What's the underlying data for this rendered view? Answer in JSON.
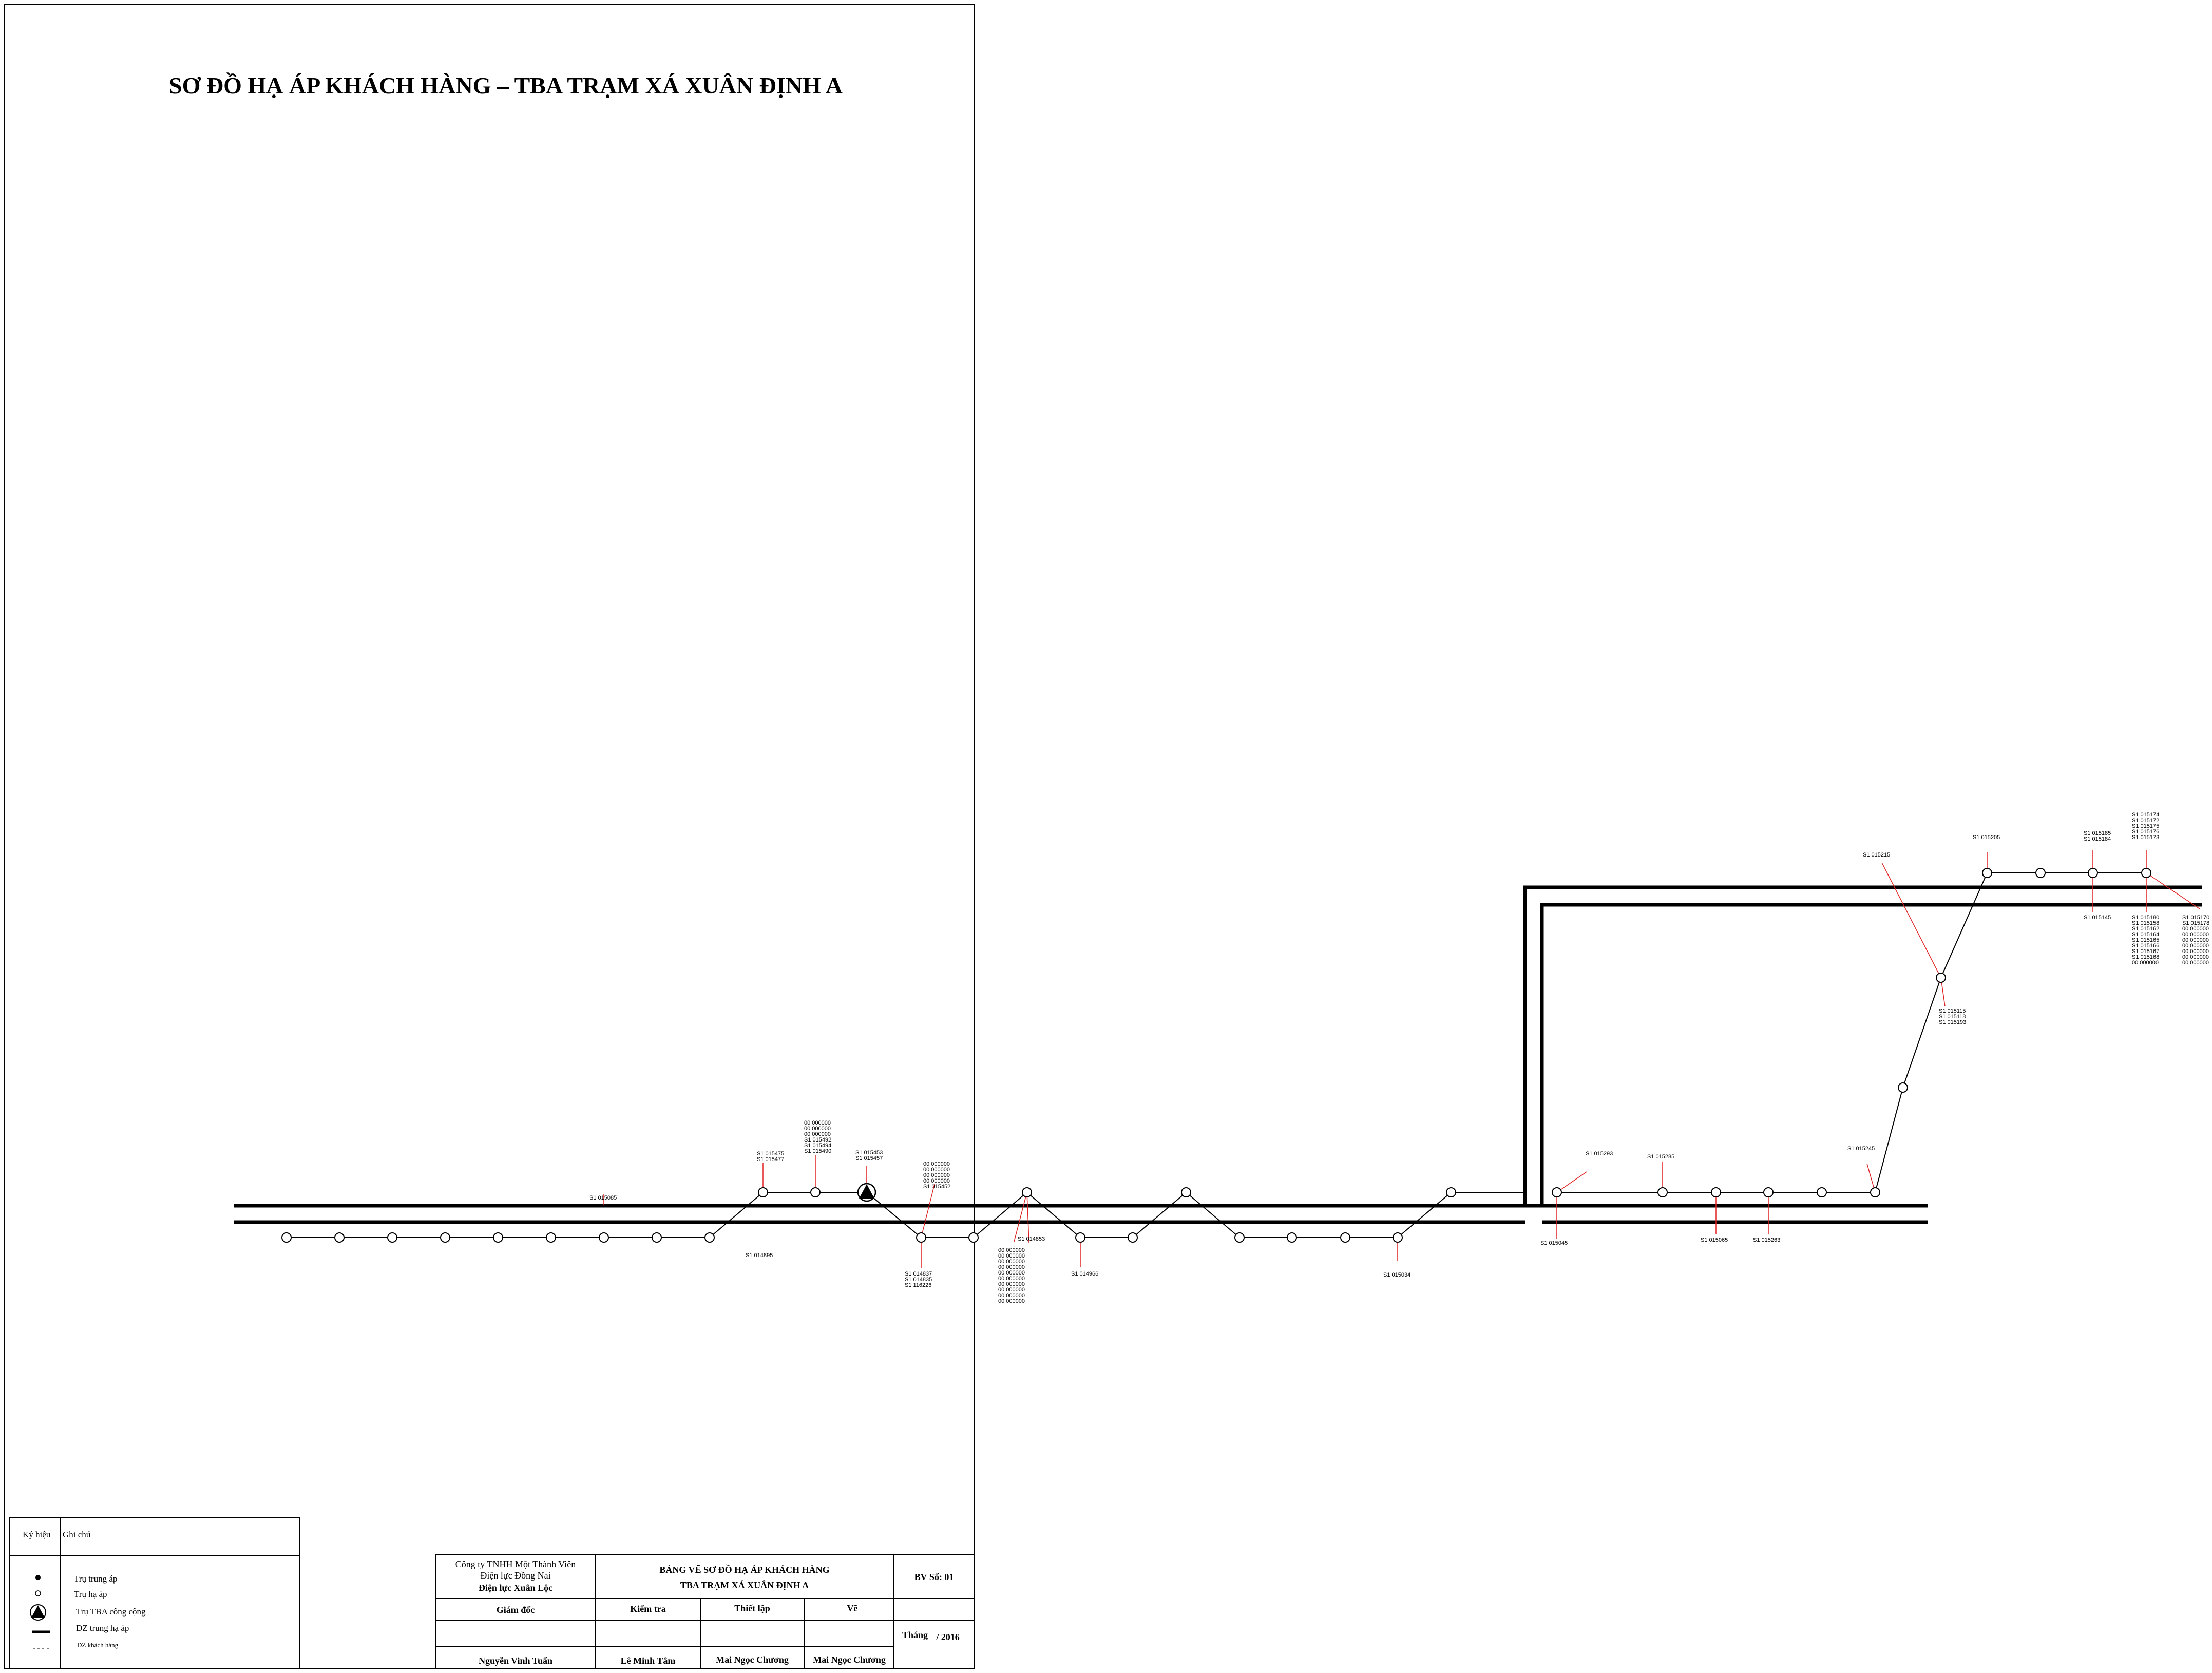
{
  "title": "SƠ ĐỒ HẠ ÁP KHÁCH HÀNG – TBA TRẠM XÁ XUÂN ĐỊNH A",
  "labels": [
    [
      "S1 015085"
    ],
    [
      "S1 014895"
    ],
    [
      "S1 015475",
      "S1 015477"
    ],
    [
      "00 000000",
      "00 000000",
      "00 000000",
      "S1 015492",
      "S1 015494",
      "S1 015490"
    ],
    [
      "S1 015453",
      "S1 015457"
    ],
    [
      "00 000000",
      "00 000000",
      "00 000000",
      "00 000000",
      "S1 015452"
    ],
    [
      "S1 014837",
      "S1 014835",
      "S1 116226"
    ],
    [
      "S1 014853"
    ],
    [
      "00 000000",
      "00 000000",
      "00 000000",
      "00 000000",
      "00 000000",
      "00 000000",
      "00 000000",
      "00 000000",
      "00 000000",
      "00 000000"
    ],
    [
      "S1 014966"
    ],
    [
      "S1 015034"
    ],
    [
      "S1 015293"
    ],
    [
      "S1 015285"
    ],
    [
      "S1 015045"
    ],
    [
      "S1 015065"
    ],
    [
      "S1 015263"
    ],
    [
      "S1 015245"
    ],
    [
      "S1 015215"
    ],
    [
      "S1 015115",
      "S1 015118",
      "S1 015193"
    ],
    [
      "S1 015205"
    ],
    [
      "S1 015185",
      "S1 015184"
    ],
    [
      "S1 015145"
    ],
    [
      "S1 015174",
      "S1 015172",
      "S1 015175",
      "S1 015176",
      "S1 015173"
    ],
    [
      "S1 015180",
      "S1 015158",
      "S1 015162",
      "S1 015164",
      "S1 015165",
      "S1 015166",
      "S1 015167",
      "S1 015168",
      "00 000000"
    ],
    [
      "S1 015170",
      "S1 015178",
      "00 000000",
      "00 000000",
      "00 000000",
      "00 000000",
      "00 000000",
      "00 000000",
      "00 000000"
    ]
  ],
  "legend": {
    "header_symbol": "Ký hiệu",
    "header_note": "Ghi chú",
    "items": [
      {
        "icon": "filled-dot",
        "text": "Trụ trung áp"
      },
      {
        "icon": "hollow-circle",
        "text": "Trụ hạ áp"
      },
      {
        "icon": "transformer-triangle",
        "text": "Trụ TBA công cộng"
      },
      {
        "icon": "thick-line",
        "text": "DZ trung hạ áp"
      },
      {
        "icon": "dashed-line",
        "text": "DZ khách hàng"
      }
    ]
  },
  "title_block": {
    "company": [
      "Công ty TNHH Một Thành Viên",
      "Điện lực Đồng Nai",
      "Điện lực Xuân Lộc"
    ],
    "drawing_title": [
      "BẢNG VẼ SƠ ĐỒ HẠ ÁP KHÁCH HÀNG",
      "TBA TRẠM XÁ XUÂN ĐỊNH A"
    ],
    "sheet_no": "BV Số: 01",
    "roles": [
      "Giám đốc",
      "Kiểm tra",
      "Thiết lập",
      "Vẽ"
    ],
    "date_label": "Tháng",
    "date_value": "/ 2016",
    "names": [
      "Nguyễn Vinh Tuấn",
      "Lê Minh Tâm",
      "Mai Ngọc Chương",
      "Mai Ngọc Chương"
    ]
  },
  "colors": {
    "ink": "#000000",
    "customer_line": "#e02020"
  }
}
